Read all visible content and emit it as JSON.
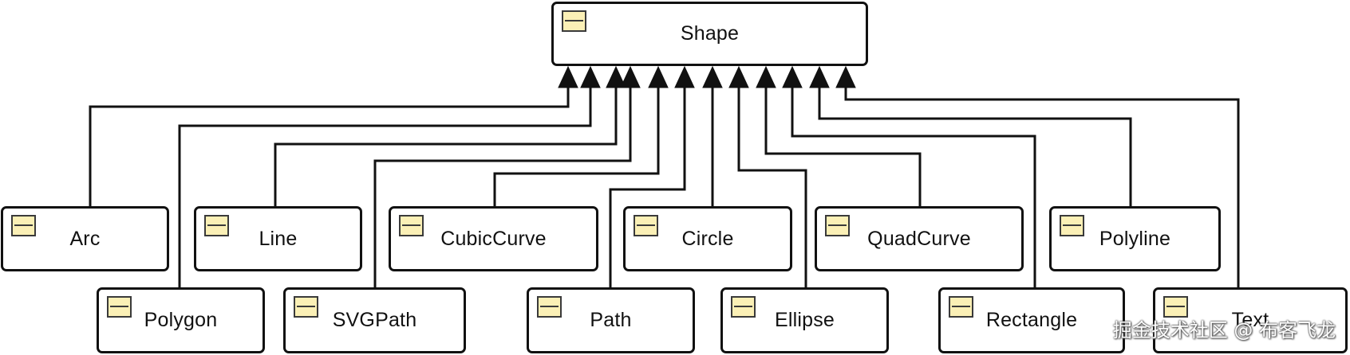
{
  "diagram": {
    "parent": {
      "name": "Shape"
    },
    "children": [
      {
        "id": "arc",
        "name": "Arc"
      },
      {
        "id": "polygon",
        "name": "Polygon"
      },
      {
        "id": "line",
        "name": "Line"
      },
      {
        "id": "svgpath",
        "name": "SVGPath"
      },
      {
        "id": "cubiccurve",
        "name": "CubicCurve"
      },
      {
        "id": "path",
        "name": "Path"
      },
      {
        "id": "circle",
        "name": "Circle"
      },
      {
        "id": "ellipse",
        "name": "Ellipse"
      },
      {
        "id": "quadcurve",
        "name": "QuadCurve"
      },
      {
        "id": "rectangle",
        "name": "Rectangle"
      },
      {
        "id": "polyline",
        "name": "Polyline"
      },
      {
        "id": "text",
        "name": "Text"
      }
    ],
    "relationship": "inheritance",
    "colors": {
      "line": "#111111",
      "box_border": "#111111",
      "class_icon_fill": "#fbf0b6"
    }
  },
  "watermark": "掘金技术社区 @ 布客飞龙"
}
